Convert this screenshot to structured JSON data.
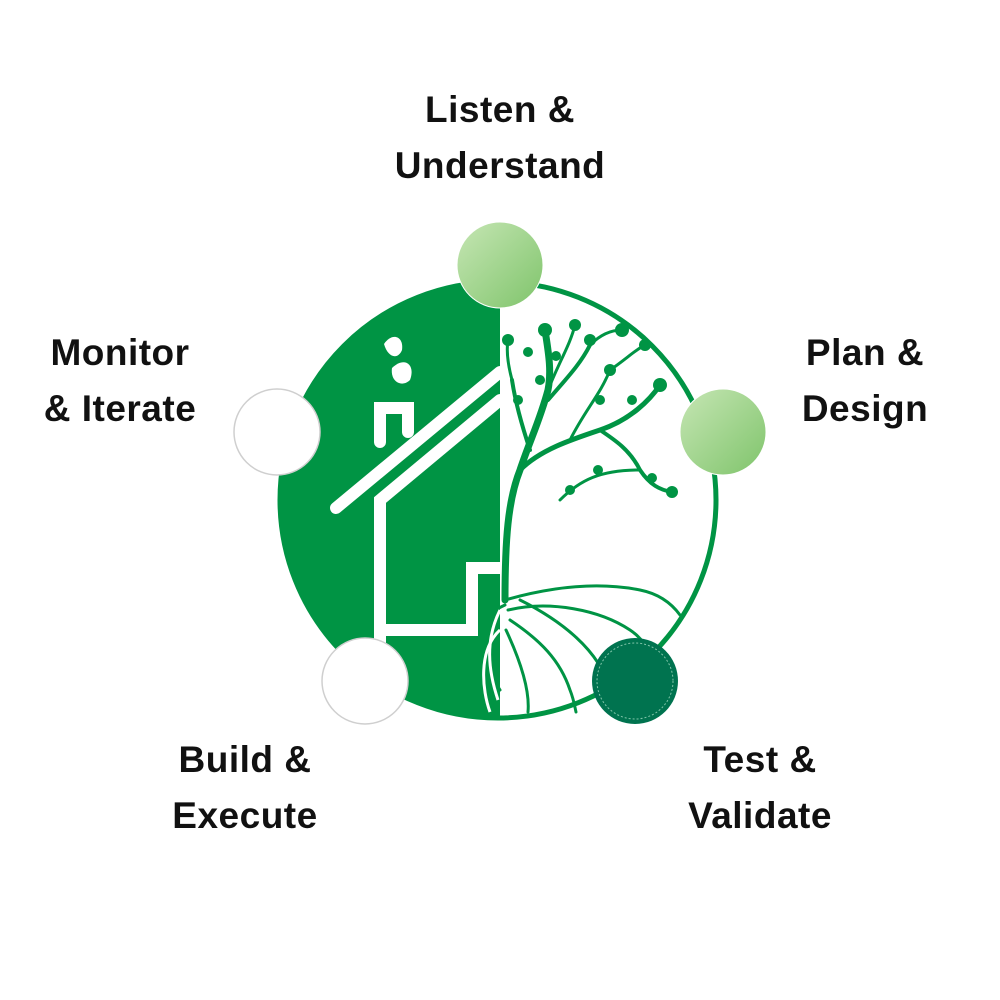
{
  "stages": [
    {
      "id": "listen",
      "line1": "Listen &",
      "line2": "Understand",
      "node_style": "gradient"
    },
    {
      "id": "plan",
      "line1": "Plan &",
      "line2": "Design",
      "node_style": "gradient"
    },
    {
      "id": "test",
      "line1": "Test &",
      "line2": "Validate",
      "node_style": "dark"
    },
    {
      "id": "build",
      "line1": "Build &",
      "line2": "Execute",
      "node_style": "white"
    },
    {
      "id": "monitor",
      "line1": "Monitor",
      "line2": "& Iterate",
      "node_style": "white"
    }
  ],
  "colors": {
    "brand_green": "#009444",
    "node_gradient_light": "#b5dfa4",
    "node_gradient_mid": "#8fcd7a",
    "node_dark": "#00734f",
    "node_outline": "#cfcfcf",
    "text": "#111111",
    "background": "#ffffff"
  },
  "icons": [
    "house-icon",
    "tree-icon",
    "smoke-leaf-icon",
    "roots-icon"
  ]
}
